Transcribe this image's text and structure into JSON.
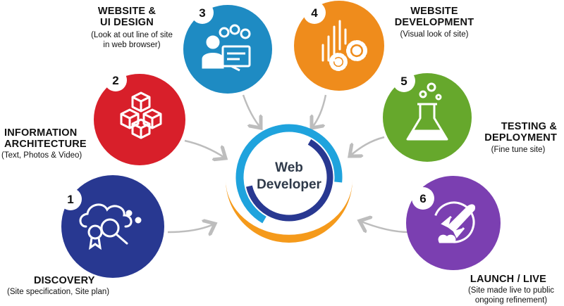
{
  "hub": {
    "line1": "Web",
    "line2": "Developer"
  },
  "steps": [
    {
      "number": "1",
      "title": "DISCOVERY",
      "subtitle": "(Site specification, Site plan)",
      "color": "#283891",
      "icon": "cloud-magnifier-icon"
    },
    {
      "number": "2",
      "title_lines": [
        "INFORMATION",
        "ARCHITECTURE"
      ],
      "subtitle": "(Text, Photos & Video)",
      "color": "#d81f2a",
      "icon": "stacked-cubes-icon"
    },
    {
      "number": "3",
      "title_lines": [
        "WEBSITE &",
        "UI DESIGN"
      ],
      "subtitle_lines": [
        "(Look at out line of site",
        "in web browser)"
      ],
      "color": "#1e8bc3",
      "icon": "designer-screen-icon"
    },
    {
      "number": "4",
      "title_lines": [
        "WEBSITE",
        "DEVELOPMENT"
      ],
      "subtitle": "(Visual look of site)",
      "color": "#ef8c1c",
      "icon": "gears-icon"
    },
    {
      "number": "5",
      "title_lines": [
        "TESTING &",
        "DEPLOYMENT"
      ],
      "subtitle": "(Fine tune site)",
      "color": "#66a82c",
      "icon": "flask-icon"
    },
    {
      "number": "6",
      "title": "LAUNCH / LIVE",
      "subtitle_lines": [
        "(Site made live to public",
        "ongoing refinement)"
      ],
      "color": "#7b3fb1",
      "icon": "rocket-icon"
    }
  ],
  "colors": {
    "hub_outer_orange": "#f59a1b",
    "hub_blue": "#1fa3dd",
    "hub_navy": "#283891",
    "arrow": "#bdbdbd"
  }
}
